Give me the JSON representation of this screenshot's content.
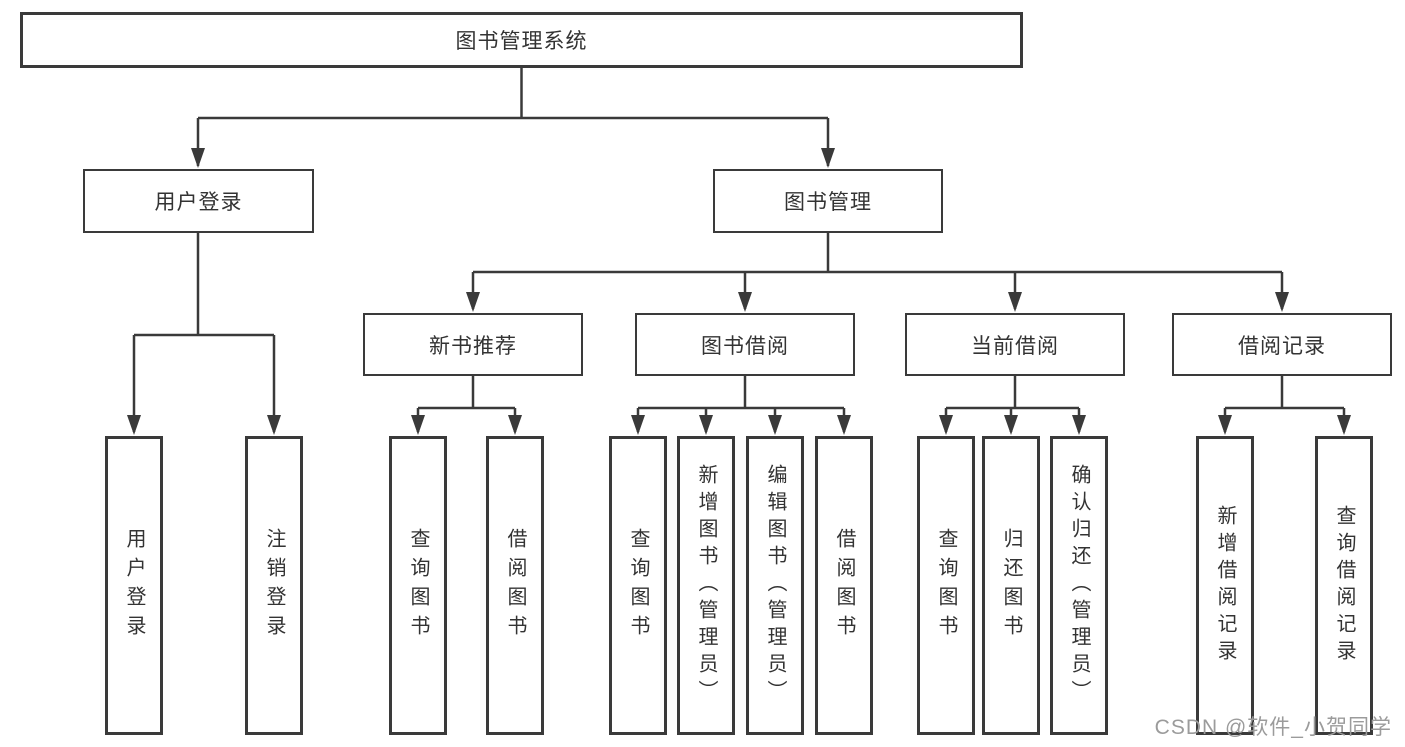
{
  "diagram": {
    "root": {
      "label": "图书管理系统"
    },
    "level2": [
      {
        "label": "用户登录"
      },
      {
        "label": "图书管理"
      }
    ],
    "level3": [
      {
        "label": "新书推荐",
        "parent": "图书管理"
      },
      {
        "label": "图书借阅",
        "parent": "图书管理"
      },
      {
        "label": "当前借阅",
        "parent": "图书管理"
      },
      {
        "label": "借阅记录",
        "parent": "图书管理"
      }
    ],
    "leaves": [
      {
        "label": "用户登录",
        "parent": "用户登录"
      },
      {
        "label": "注销登录",
        "parent": "用户登录"
      },
      {
        "label": "查询图书",
        "parent": "新书推荐"
      },
      {
        "label": "借阅图书",
        "parent": "新书推荐"
      },
      {
        "label": "查询图书",
        "parent": "图书借阅"
      },
      {
        "label": "新增图书（管理员）",
        "parent": "图书借阅"
      },
      {
        "label": "编辑图书（管理员）",
        "parent": "图书借阅"
      },
      {
        "label": "借阅图书",
        "parent": "图书借阅"
      },
      {
        "label": "查询图书",
        "parent": "当前借阅"
      },
      {
        "label": "归还图书",
        "parent": "当前借阅"
      },
      {
        "label": "确认归还（管理员）",
        "parent": "当前借阅"
      },
      {
        "label": "新增借阅记录",
        "parent": "借阅记录"
      },
      {
        "label": "查询借阅记录",
        "parent": "借阅记录"
      }
    ]
  },
  "colors": {
    "line": "#3a3a3a",
    "text": "#333333",
    "watermark_text": "#9b9b9b",
    "background": "#ffffff"
  },
  "watermark": {
    "text": "CSDN @软件_小贺同学"
  }
}
